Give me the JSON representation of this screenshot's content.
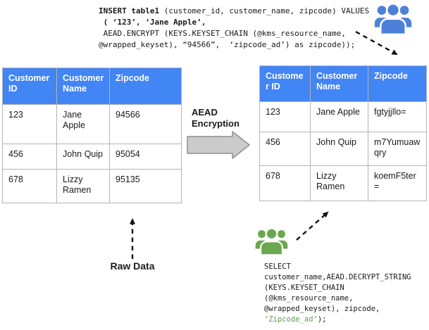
{
  "insert_code": {
    "line1_bold": "INSERT table1",
    "line1_rest": " (customer_id, customer_name, zipcode) VALUES",
    "line2": " ( ‘123’, ‘Jane Apple’,",
    "line3": " AEAD.ENCRYPT (KEYS.KEYSET_CHAIN (@kms_resource_name,",
    "line4": "@wrapped_keyset), “94566”,  ‘zipcode_ad’) as zipcode));"
  },
  "select_code": {
    "line1": "SELECT",
    "line2": "customer_name,AEAD.DECRYPT_STRING",
    "line3": "(KEYS.KEYSET_CHAIN",
    "line4": "(@kms_resource_name,",
    "line5": "@wrapped_keyset), zipcode,",
    "line6_green": "‘Zipcode_ad’",
    "line6_rest": ");"
  },
  "left_table": {
    "headers": [
      "Customer ID",
      "Customer Name",
      "Zipcode"
    ],
    "rows": [
      [
        "123",
        "Jane Apple",
        "94566"
      ],
      [
        "456",
        "John Quip",
        "95054"
      ],
      [
        "678",
        "Lizzy Ramen",
        "95135"
      ]
    ]
  },
  "right_table": {
    "headers": [
      "Customer ID",
      "Customer Name",
      "Zipcode"
    ],
    "rows": [
      [
        "123",
        "Jane Apple",
        "fgtyjjllo="
      ],
      [
        "456",
        "John Quip",
        "m7Yumuawqry"
      ],
      [
        "678",
        "Lizzy Ramen",
        "koemF5ter="
      ]
    ]
  },
  "labels": {
    "transform_line1": "AEAD",
    "transform_line2": "Encryption",
    "raw_data": "Raw Data"
  },
  "icons": {
    "top_right": "blue-users-group-icon",
    "bottom_right": "green-users-group-icon"
  },
  "colors": {
    "header_blue": "#4285f4",
    "icon_blue": "#4d80d8",
    "icon_green": "#6aa84f",
    "green_text": "#5f9e48",
    "block_arrow_fill": "#cbcbcb",
    "block_arrow_stroke": "#8f8f8f"
  }
}
